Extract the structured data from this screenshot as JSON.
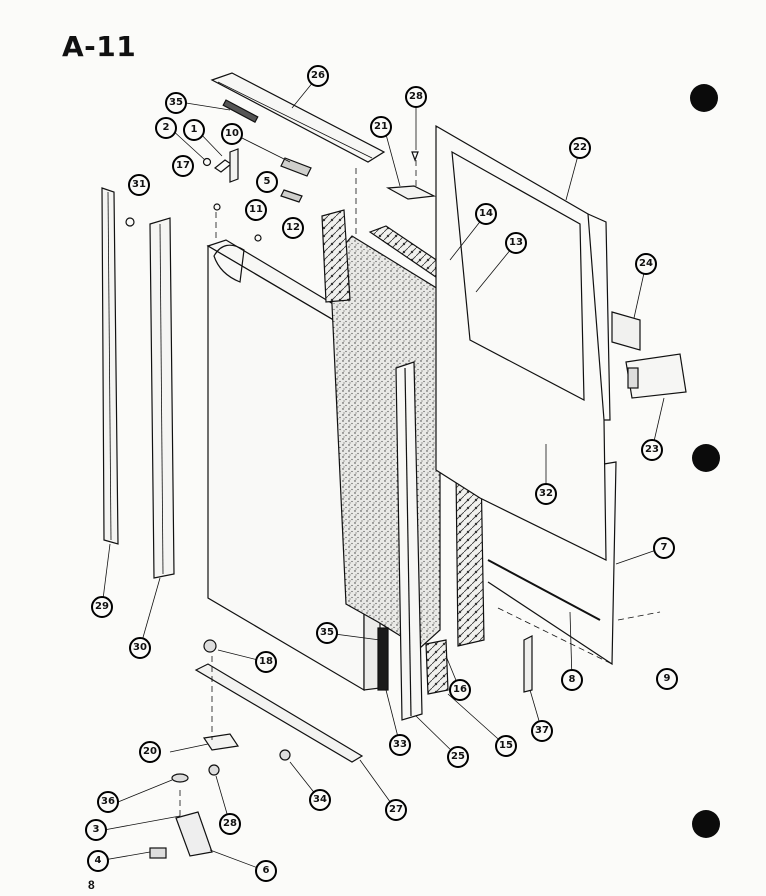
{
  "header": {
    "page_id": "A-11"
  },
  "footer": {
    "page_number": "8"
  },
  "callouts": [
    {
      "id": "c35a",
      "label": "35"
    },
    {
      "id": "c26",
      "label": "26"
    },
    {
      "id": "c28a",
      "label": "28"
    },
    {
      "id": "c2",
      "label": "2"
    },
    {
      "id": "c1",
      "label": "1"
    },
    {
      "id": "c10",
      "label": "10"
    },
    {
      "id": "c21",
      "label": "21"
    },
    {
      "id": "c22",
      "label": "22"
    },
    {
      "id": "c17",
      "label": "17"
    },
    {
      "id": "c5",
      "label": "5"
    },
    {
      "id": "c31",
      "label": "31"
    },
    {
      "id": "c11",
      "label": "11"
    },
    {
      "id": "c12",
      "label": "12"
    },
    {
      "id": "c14",
      "label": "14"
    },
    {
      "id": "c13",
      "label": "13"
    },
    {
      "id": "c24",
      "label": "24"
    },
    {
      "id": "c23",
      "label": "23"
    },
    {
      "id": "c32",
      "label": "32"
    },
    {
      "id": "c7",
      "label": "7"
    },
    {
      "id": "c29",
      "label": "29"
    },
    {
      "id": "c30",
      "label": "30"
    },
    {
      "id": "c35b",
      "label": "35"
    },
    {
      "id": "c18",
      "label": "18"
    },
    {
      "id": "c8",
      "label": "8"
    },
    {
      "id": "c9",
      "label": "9"
    },
    {
      "id": "c16",
      "label": "16"
    },
    {
      "id": "c37",
      "label": "37"
    },
    {
      "id": "c33",
      "label": "33"
    },
    {
      "id": "c25",
      "label": "25"
    },
    {
      "id": "c15",
      "label": "15"
    },
    {
      "id": "c20",
      "label": "20"
    },
    {
      "id": "c34",
      "label": "34"
    },
    {
      "id": "c27",
      "label": "27"
    },
    {
      "id": "c36",
      "label": "36"
    },
    {
      "id": "c28b",
      "label": "28"
    },
    {
      "id": "c3",
      "label": "3"
    },
    {
      "id": "c4",
      "label": "4"
    },
    {
      "id": "c6",
      "label": "6"
    }
  ]
}
